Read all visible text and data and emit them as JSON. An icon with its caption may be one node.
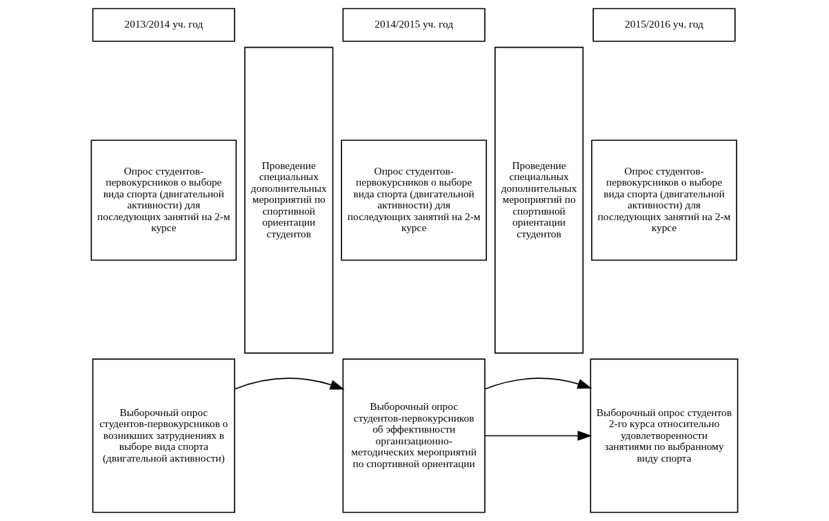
{
  "diagram": {
    "nodes": [
      {
        "text": [
          "2013/2014 уч. год"
        ]
      },
      {
        "text": [
          "Опрос студентов-первокурсников о выборе вида спорта (двигательной активности) для последующих занятий на 2-м курсе"
        ]
      },
      {
        "text": [
          "Выборочный опрос студентов-первокурсников о возникших затруднениях в выборе вида спорта (двигательной активности)"
        ]
      },
      {
        "text": [
          "Проведение специальных дополнительных мероприятий по спортивной ориентации студентов"
        ]
      },
      {
        "text": [
          "2014/2015 уч. год"
        ]
      },
      {
        "text": [
          "Опрос студентов-первокурсников о выборе вида спорта (двигательной активности) для последующих занятий на 2-м курсе"
        ]
      },
      {
        "text": [
          "Выборочный опрос студентов-первокурсников об эффективности организационно-методических мероприятий по спортивной ориентации"
        ]
      },
      {
        "text": [
          "Проведение специальных дополнительных мероприятий по спортивной ориентации студентов"
        ]
      },
      {
        "text": [
          "2015/2016 уч. год"
        ]
      },
      {
        "text": [
          "Опрос студентов-первокурсников о выборе вида спорта (двигательной активности) для последующих занятий на 2-м курсе"
        ]
      },
      {
        "text": [
          "Выборочный опрос студентов 2-го курса относительно удовлетворенности занятиями по выбранному виду спорта"
        ]
      }
    ],
    "edges": [
      {
        "from": 2,
        "to": 6,
        "arrow": "to"
      },
      {
        "from": 6,
        "to": 10,
        "arrow": "to"
      },
      {
        "from": 6,
        "to": 10,
        "arrow": "to"
      }
    ]
  }
}
